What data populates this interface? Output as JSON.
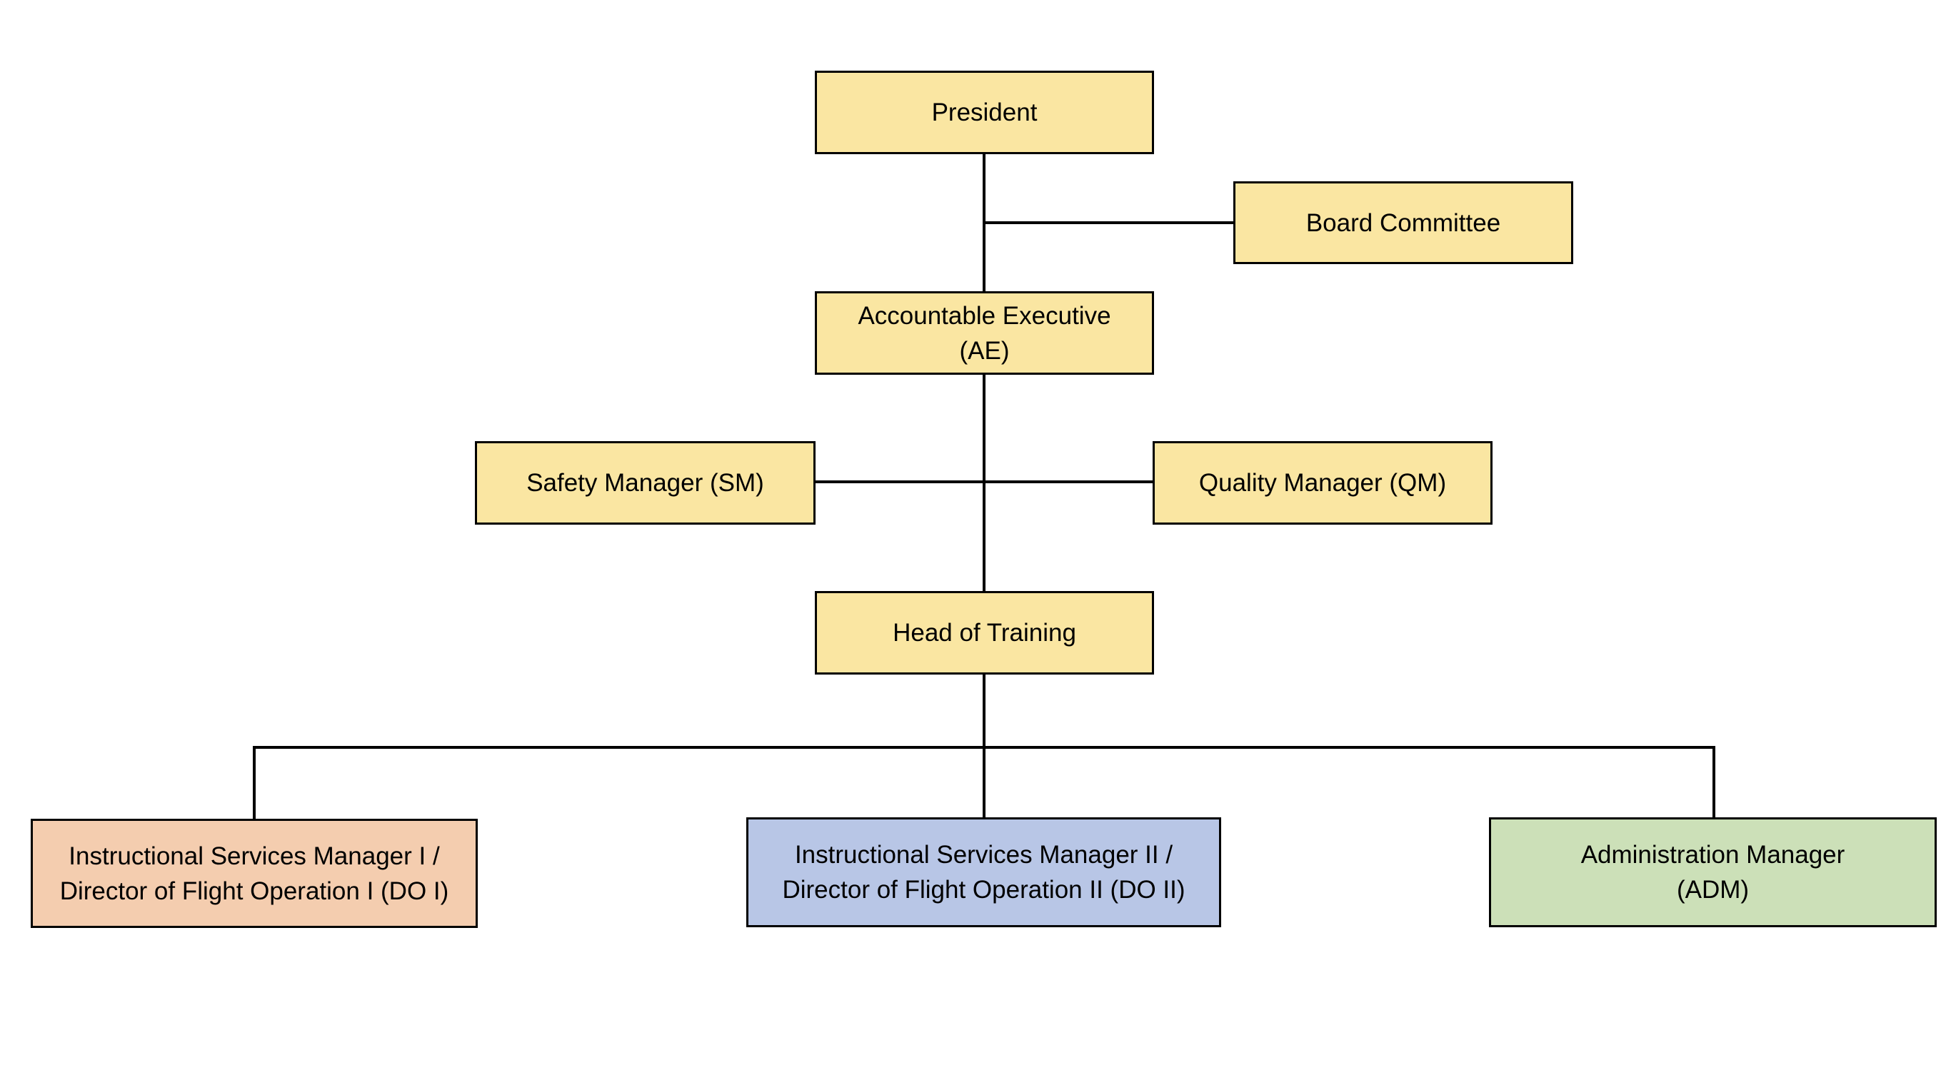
{
  "colors": {
    "yellow_box": "#FAE6A2",
    "orange_box": "#F4CDAF",
    "blue_box": "#B8C6E6",
    "green_box": "#CCE0B8",
    "line": "#000000"
  },
  "nodes": {
    "president": {
      "lines": [
        "President"
      ]
    },
    "board_committee": {
      "lines": [
        "Board Committee"
      ]
    },
    "accountable_executive": {
      "lines": [
        "Accountable Executive",
        "(AE)"
      ]
    },
    "safety_manager": {
      "lines": [
        "Safety Manager (SM)"
      ]
    },
    "quality_manager": {
      "lines": [
        "Quality Manager (QM)"
      ]
    },
    "head_of_training": {
      "lines": [
        "Head of Training"
      ]
    },
    "ism_1": {
      "lines": [
        "Instructional Services Manager I /",
        "Director of Flight Operation I (DO I)"
      ]
    },
    "ism_2": {
      "lines": [
        "Instructional Services Manager II /",
        "Director of Flight Operation II (DO II)"
      ]
    },
    "administration_manager": {
      "lines": [
        "Administration Manager",
        "(ADM)"
      ]
    }
  },
  "edges": [
    {
      "from": "president",
      "to": "accountable_executive"
    },
    {
      "from": "president",
      "to": "board_committee"
    },
    {
      "from": "accountable_executive",
      "to": "head_of_training"
    },
    {
      "from": "accountable_executive",
      "to": "safety_manager"
    },
    {
      "from": "accountable_executive",
      "to": "quality_manager"
    },
    {
      "from": "head_of_training",
      "to": "ism_1"
    },
    {
      "from": "head_of_training",
      "to": "ism_2"
    },
    {
      "from": "head_of_training",
      "to": "administration_manager"
    }
  ]
}
